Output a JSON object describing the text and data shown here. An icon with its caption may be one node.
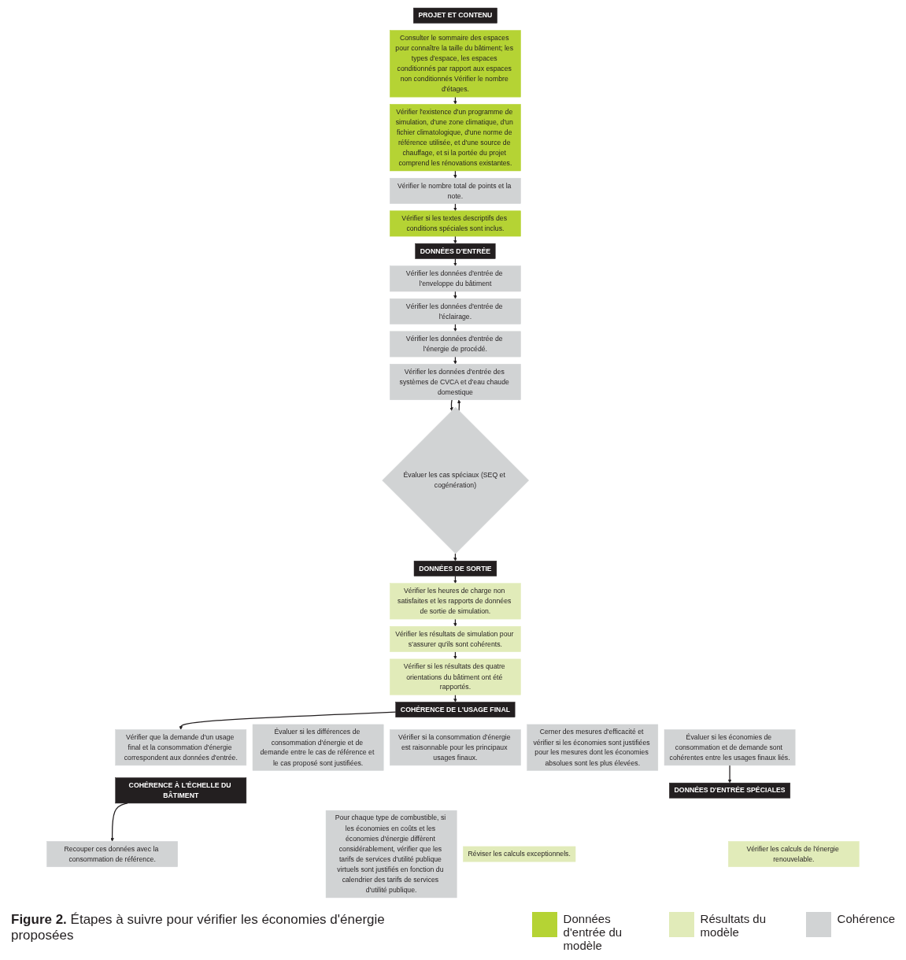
{
  "diagram": {
    "caption": "**Figure 2.** Étapes à suivre pour vérifier les économies d'énergie proposées",
    "nodes": [
      {
        "text": [
          "PROJET ET CONTENU"
        ]
      },
      {
        "text": [
          "Consulter le sommaire des espaces pour connaître la taille du bâtiment; les types d'espace, les espaces conditionnés par rapport aux espaces non conditionnés Vérifier le nombre d'étages."
        ]
      },
      {
        "text": [
          "Vérifier l'existence d'un programme de simulation, d'une zone climatique, d'un fichier climatologique, d'une norme de référence utilisée, et d'une source de chauffage, et si la portée du projet comprend les rénovations existantes."
        ]
      },
      {
        "text": [
          "Vérifier le nombre total de points et la note."
        ]
      },
      {
        "text": [
          "Vérifier si les textes descriptifs des conditions spéciales sont inclus."
        ]
      },
      {
        "text": [
          "DONNÉES D'ENTRÉE"
        ]
      },
      {
        "text": [
          "Vérifier les données d'entrée de l'enveloppe du bâtiment"
        ]
      },
      {
        "text": [
          "Vérifier les données d'entrée de l'éclairage."
        ]
      },
      {
        "text": [
          "Vérifier les données d'entrée de l'énergie de procédé."
        ]
      },
      {
        "text": [
          "Vérifier les données d'entrée des systèmes de CVCA et d'eau chaude domestique"
        ]
      },
      {
        "text": [
          "Évaluer les cas spéciaux (SEQ et cogénération)"
        ]
      },
      {
        "text": [
          "DONNÉES DE SORTIE"
        ]
      },
      {
        "text": [
          "Vérifier les heures de charge non satisfaites et les rapports de données de sortie de simulation."
        ]
      },
      {
        "text": [
          "Vérifier les résultats de simulation pour s'assurer qu'ils sont cohérents."
        ]
      },
      {
        "text": [
          "Vérifier si les résultats des quatre orientations du bâtiment ont été rapportés."
        ]
      },
      {
        "text": [
          "COHÉRENCE DE L'USAGE FINAL"
        ]
      },
      {
        "text": [
          "Vérifier que la demande d'un usage final et la consommation d'énergie correspondent aux données d'entrée."
        ]
      },
      {
        "text": [
          "Évaluer si les différences de consommation d'énergie et de demande entre le cas de référence et le cas proposé sont justifiées."
        ]
      },
      {
        "text": [
          "Vérifier si la consommation d'énergie est raisonnable pour les principaux usages finaux."
        ]
      },
      {
        "text": [
          "Cerner des mesures d'efficacité et vérifier si les économies sont justifiées pour les mesures dont les économies absolues sont les plus élevées."
        ]
      },
      {
        "text": [
          "Évaluer si les économies de consommation et de demande sont cohérentes entre les usages finaux liés."
        ]
      },
      {
        "text": [
          "COHÉRENCE À L'ÉCHELLE DU BÂTIMENT"
        ]
      },
      {
        "text": [
          "Recouper ces données avec la consommation de référence."
        ]
      },
      {
        "text": [
          "Pour chaque type de combustible, si les économies en coûts et les économies d'énergie diffèrent considérablement, vérifier que les tarifs de services d'utilité publique virtuels sont justifiés en fonction du calendrier des tarifs de services d'utilité publique."
        ]
      },
      {
        "text": [
          "DONNÉES D'ENTRÉE SPÉCIALES"
        ]
      },
      {
        "text": [
          "Réviser les calculs exceptionnels."
        ]
      },
      {
        "text": [
          "Vérifier les calculs de l'énergie renouvelable."
        ]
      }
    ],
    "edges": [
      {
        "from": 1,
        "to": 2,
        "arrow": "to"
      },
      {
        "from": 2,
        "to": 3,
        "arrow": "to"
      },
      {
        "from": 3,
        "to": 4,
        "arrow": "to"
      },
      {
        "from": 4,
        "to": 5,
        "arrow": "to"
      },
      {
        "from": 5,
        "to": 6,
        "arrow": "to"
      },
      {
        "from": 6,
        "to": 7,
        "arrow": "to"
      },
      {
        "from": 7,
        "to": 8,
        "arrow": "to"
      },
      {
        "from": 8,
        "to": 9,
        "arrow": "to"
      },
      {
        "from": 9,
        "to": 10,
        "arrow": "to"
      },
      {
        "from": 10,
        "to": 9,
        "arrow": "to"
      },
      {
        "from": 10,
        "to": 11,
        "arrow": "to"
      },
      {
        "from": 11,
        "to": 12,
        "arrow": "to"
      },
      {
        "from": 12,
        "to": 13,
        "arrow": "to"
      },
      {
        "from": 13,
        "to": 14,
        "arrow": "to"
      },
      {
        "from": 14,
        "to": 15,
        "arrow": "to"
      },
      {
        "from": 15,
        "to": 16,
        "arrow": "to"
      },
      {
        "from": 20,
        "to": 24,
        "arrow": "to"
      },
      {
        "from": 21,
        "to": 22,
        "arrow": "to"
      }
    ],
    "legend": [
      {
        "text": "Données d'entrée du modèle",
        "color": "#b5d334"
      },
      {
        "text": "Résultats du modèle",
        "color": "#e1ebb9"
      },
      {
        "text": "Cohérence",
        "color": "#d1d3d4"
      }
    ]
  }
}
